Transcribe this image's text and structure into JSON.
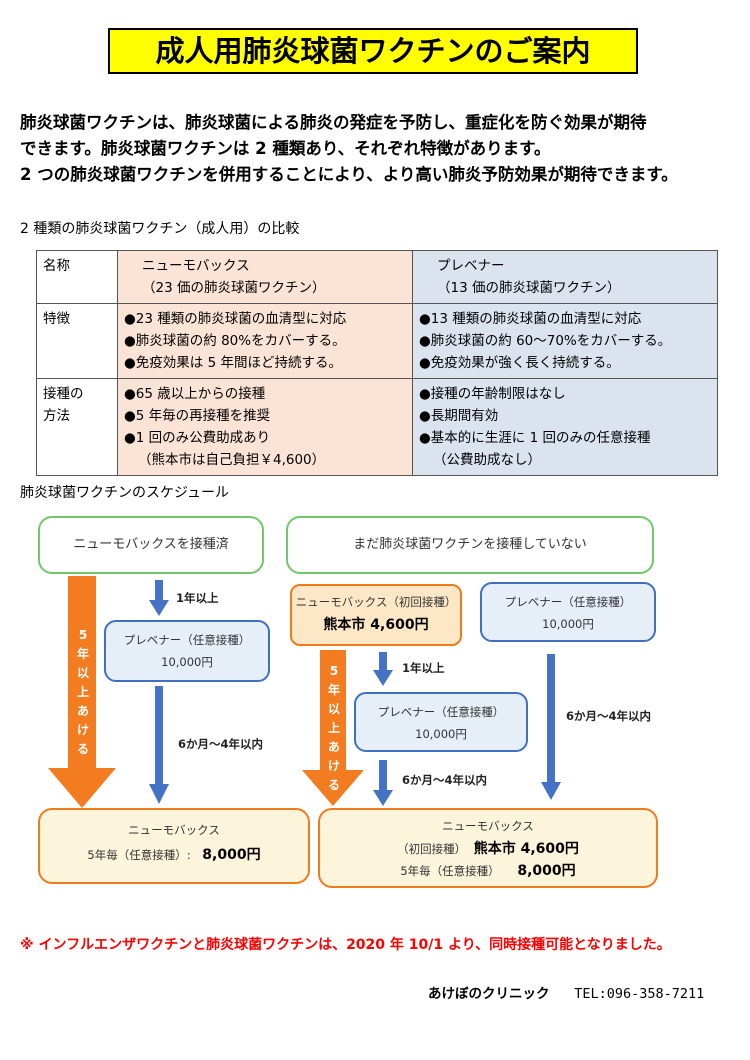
{
  "title": "成人用肺炎球菌ワクチンのご案内",
  "intro": [
    "肺炎球菌ワクチンは、肺炎球菌による肺炎の発症を予防し、重症化を防ぐ効果が期待",
    "できます。肺炎球菌ワクチンは 2 種類あり、それぞれ特徴があります。",
    "2 つの肺炎球菌ワクチンを併用することにより、より高い肺炎予防効果が期待できます。"
  ],
  "comparison": {
    "heading": "2 種類の肺炎球菌ワクチン（成人用）の比較",
    "rows": [
      {
        "label": [
          "名称"
        ],
        "a": [
          "ニューモバックス",
          "（23 価の肺炎球菌ワクチン）"
        ],
        "b": [
          "プレベナー",
          "（13 価の肺炎球菌ワクチン）"
        ]
      },
      {
        "label": [
          "特徴"
        ],
        "a": [
          "●23 種類の肺炎球菌の血清型に対応",
          "●肺炎球菌の約 80%をカバーする。",
          "●免疫効果は 5 年間ほど持続する。"
        ],
        "b": [
          "●13 種類の肺炎球菌の血清型に対応",
          "●肺炎球菌の約 60～70%をカバーする。",
          "●免疫効果が強く長く持続する。"
        ]
      },
      {
        "label": [
          "接種の",
          "方法"
        ],
        "a": [
          "●65 歳以上からの接種",
          "●5 年毎の再接種を推奨",
          "●1 回のみ公費助成あり",
          "（熊本市は自己負担￥4,600）"
        ],
        "b": [
          "●接種の年齢制限はなし",
          "●長期間有効",
          "●基本的に生涯に 1 回のみの任意接種",
          "（公費助成なし）"
        ]
      }
    ]
  },
  "schedule": {
    "heading": "肺炎球菌ワクチンのスケジュール",
    "left": {
      "top": "ニューモバックスを接種済",
      "arrow1": "1年以上",
      "prevnar_name": "プレベナー（任意接種）",
      "prevnar_price": "10,000円",
      "arrow2": "6か月～4年以内",
      "side_text": "5年以上あける",
      "bottom_name": "ニューモバックス",
      "bottom_line": "5年毎（任意接種）:",
      "bottom_price": "8,000円"
    },
    "right": {
      "top": "まだ肺炎球菌ワクチンを接種していない",
      "pneumo_name": "ニューモバックス（初回接種）",
      "pneumo_price": "熊本市 4,600円",
      "prevnar_name": "プレベナー（任意接種）",
      "prevnar_price": "10,000円",
      "arrow1": "1年以上",
      "prevnar2_name": "プレベナー（任意接種）",
      "prevnar2_price": "10,000円",
      "arrow2": "6か月～4年以内",
      "arrow3": "6か月～4年以内",
      "side_text": "5年以上あける",
      "bottom_name": "ニューモバックス",
      "bottom_line1_prefix": "（初回接種）",
      "bottom_line1_price": "熊本市 4,600円",
      "bottom_line2_prefix": "5年毎（任意接種）",
      "bottom_line2_price": "8,000円"
    }
  },
  "notice": "※ インフルエンザワクチンと肺炎球菌ワクチンは、2020 年 10/1 より、同時接種可能となりました。",
  "footer": {
    "clinic": "あけぼのクリニック",
    "tel": "TEL:096-358-7211"
  },
  "colors": {
    "title_bg": "#ffff00",
    "col_a_bg": "#fbe4d6",
    "col_b_bg": "#dbe3ef",
    "green_border": "#70c86a",
    "blue": "#4472c4",
    "orange": "#f47c20",
    "notice": "#ff0000"
  }
}
